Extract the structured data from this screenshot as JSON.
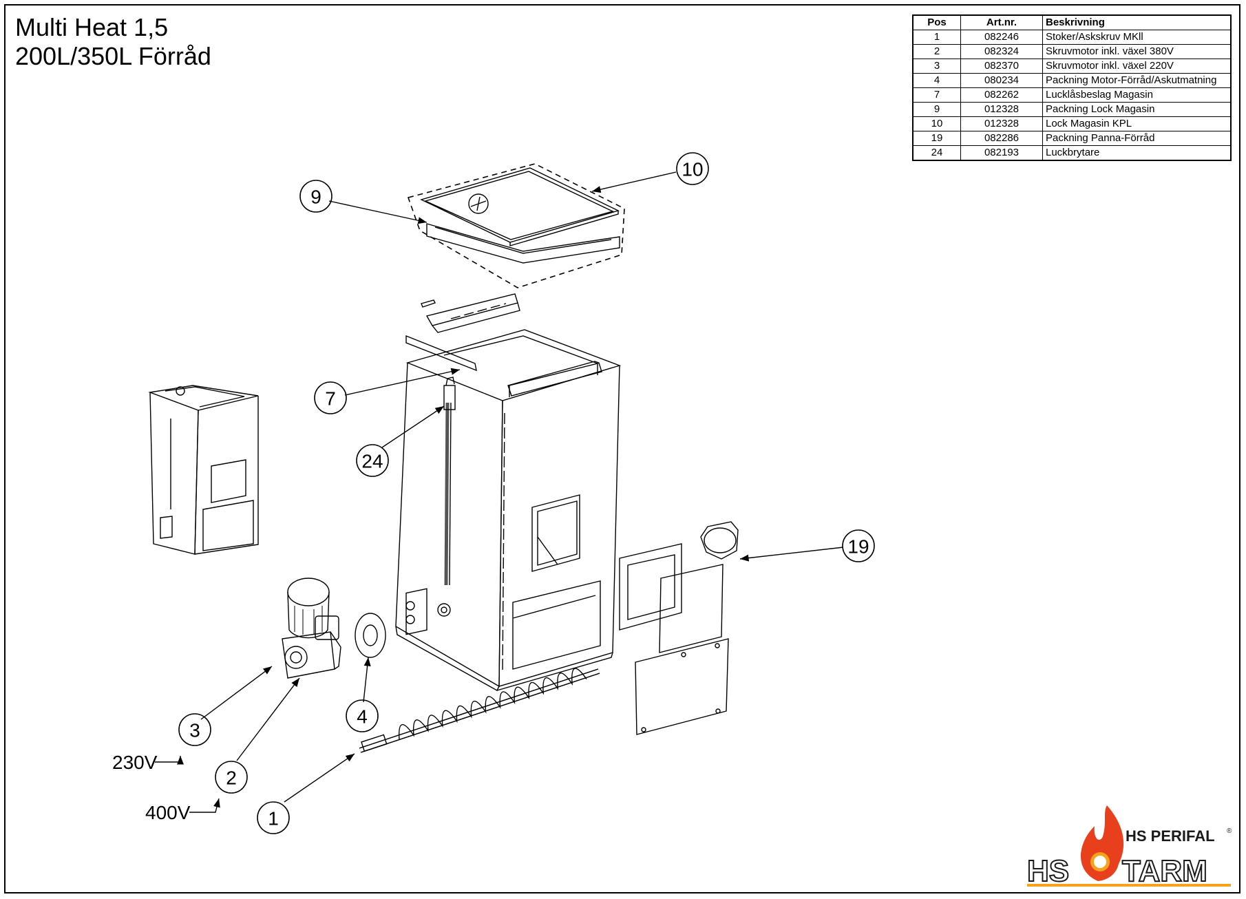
{
  "title": {
    "line1": "Multi Heat 1,5",
    "line2": "200L/350L Förråd"
  },
  "parts_table": {
    "headers": [
      "Pos",
      "Art.nr.",
      "Beskrivning"
    ],
    "rows": [
      [
        "1",
        "082246",
        "Stoker/Askskruv MKll"
      ],
      [
        "2",
        "082324",
        "Skruvmotor inkl. växel 380V"
      ],
      [
        "3",
        "082370",
        "Skruvmotor inkl. växel 220V"
      ],
      [
        "4",
        "080234",
        "Packning Motor-Förråd/Askutmatning"
      ],
      [
        "7",
        "082262",
        "Lucklåsbeslag Magasin"
      ],
      [
        "9",
        "012328",
        "Packning Lock Magasin"
      ],
      [
        "10",
        "012328",
        "Lock Magasin KPL"
      ],
      [
        "19",
        "082286",
        "Packning Panna-Förråd"
      ],
      [
        "24",
        "082193",
        "Luckbrytare"
      ]
    ]
  },
  "balloons": {
    "b10": "10",
    "b9": "9",
    "b7": "7",
    "b24": "24",
    "b19": "19",
    "b4": "4",
    "b3": "3",
    "b2": "2",
    "b1": "1"
  },
  "voltages": {
    "v230": "230V",
    "v400": "400V"
  },
  "logo": {
    "top_text": "HS PERIFAL",
    "registered": "®",
    "bottom_left": "HS",
    "bottom_right": "TARM",
    "flame_color": "#e8401c",
    "flame_inner_color": "#f7a21b"
  }
}
